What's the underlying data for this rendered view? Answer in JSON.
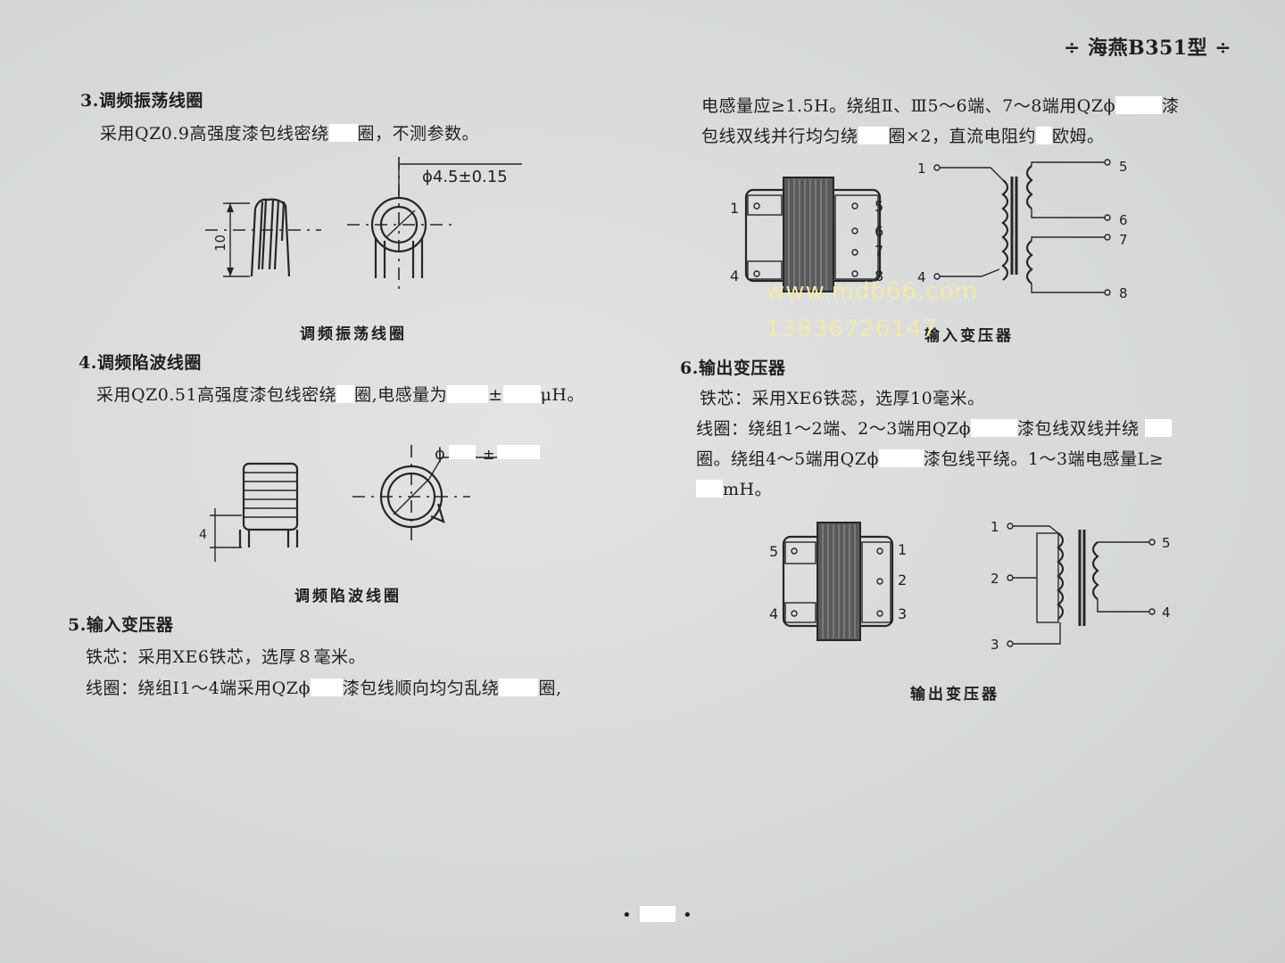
{
  "header": {
    "title": "÷ 海燕B351型 ÷"
  },
  "sec3": {
    "heading": "3.调频振荡线圈",
    "line1_a": "采用QZ0.9高强度漆包线密绕",
    "line1_b": "圈，不测参数。",
    "dim_dia": "ϕ4.5±0.15",
    "dim_len": "10",
    "caption": "调频振荡线圈"
  },
  "sec4": {
    "heading": "4.调频陷波线圈",
    "line1_a": "采用QZ0.51高强度漆包线密绕",
    "line1_b": "圈,电感量为",
    "line1_c": "±",
    "line1_d": "μH。",
    "dim_dia_a": "ϕ",
    "dim_dia_b": "±",
    "dim_len": "4",
    "caption": "调频陷波线圈"
  },
  "sec5": {
    "heading": "5.输入变压器",
    "core": "铁芯：采用XE6铁芯，选厚８毫米。",
    "coil_a": "线圈：绕组Ⅰ1～4端采用QZϕ",
    "coil_b": "漆包线顺向均匀乱绕",
    "coil_c": "圈,",
    "cont1_a": "电感量应≥1.5H。绕组Ⅱ、Ⅲ5～6端、7～8端用QZϕ",
    "cont1_b": "漆",
    "cont2_a": "包线双线并行均匀绕",
    "cont2_b": "圈×2，直流电阻约",
    "cont2_c": "欧姆。",
    "caption": "输入变压器",
    "core_pins_left": [
      "1",
      "4"
    ],
    "core_pins_right": [
      "5",
      "6",
      "7",
      "8"
    ],
    "sch_pins": [
      "1",
      "4",
      "5",
      "6",
      "7",
      "8"
    ]
  },
  "sec6": {
    "heading": "6.输出变压器",
    "core": "铁芯：采用XE6铁蕊，选厚10毫米。",
    "coil1_a": "线圈：绕组1～2端、2～3端用QZϕ",
    "coil1_b": "漆包线双线并绕",
    "coil2_a": "圈。绕组4～5端用QZϕ",
    "coil2_b": "漆包线平绕。1～3端电感量L≥",
    "coil3_b": "mH。",
    "caption": "输出变压器",
    "core_pins_left": [
      "5",
      "4"
    ],
    "core_pins_right": [
      "1",
      "2",
      "3"
    ],
    "sch_pins": [
      "1",
      "2",
      "3",
      "5",
      "4"
    ]
  },
  "watermark": {
    "url": "www.mdb66.com",
    "phone": "13836726147"
  },
  "footer": {
    "bullet": "•"
  }
}
